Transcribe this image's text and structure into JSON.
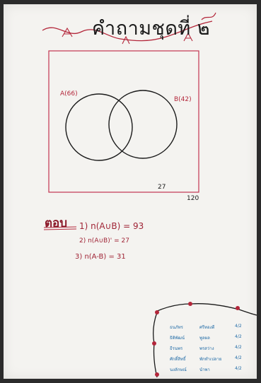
{
  "title": "คำถามชุดที่ ๒",
  "venn": {
    "set_a_label": "A(66)",
    "set_b_label": "B(42)",
    "outside_value": "27",
    "universe_value": "120"
  },
  "answer": {
    "heading": "ตอบ",
    "lines": [
      "1) n(A∪B) = 93",
      "2) n(A∪B)' = 27",
      "3) n(A-B) = 31"
    ]
  },
  "names_table": [
    [
      "ธนภัทร",
      "ศรีทองดี",
      "4/2"
    ],
    [
      "ธิติพัฒน์",
      "พูลผล",
      "4/2"
    ],
    [
      "ธีรนพร",
      "พรสว่าง",
      "4/2"
    ],
    [
      "ศักดิ์สิทธิ์",
      "พักทำเปลาย",
      "4/2"
    ],
    [
      "นงลักษณ์",
      "นำพา",
      "4/2"
    ]
  ],
  "colors": {
    "accent_red": "#b3263a",
    "ink_black": "#1a1a1a",
    "ink_blue": "#1f6aa6",
    "paper": "#f4f3f0"
  }
}
